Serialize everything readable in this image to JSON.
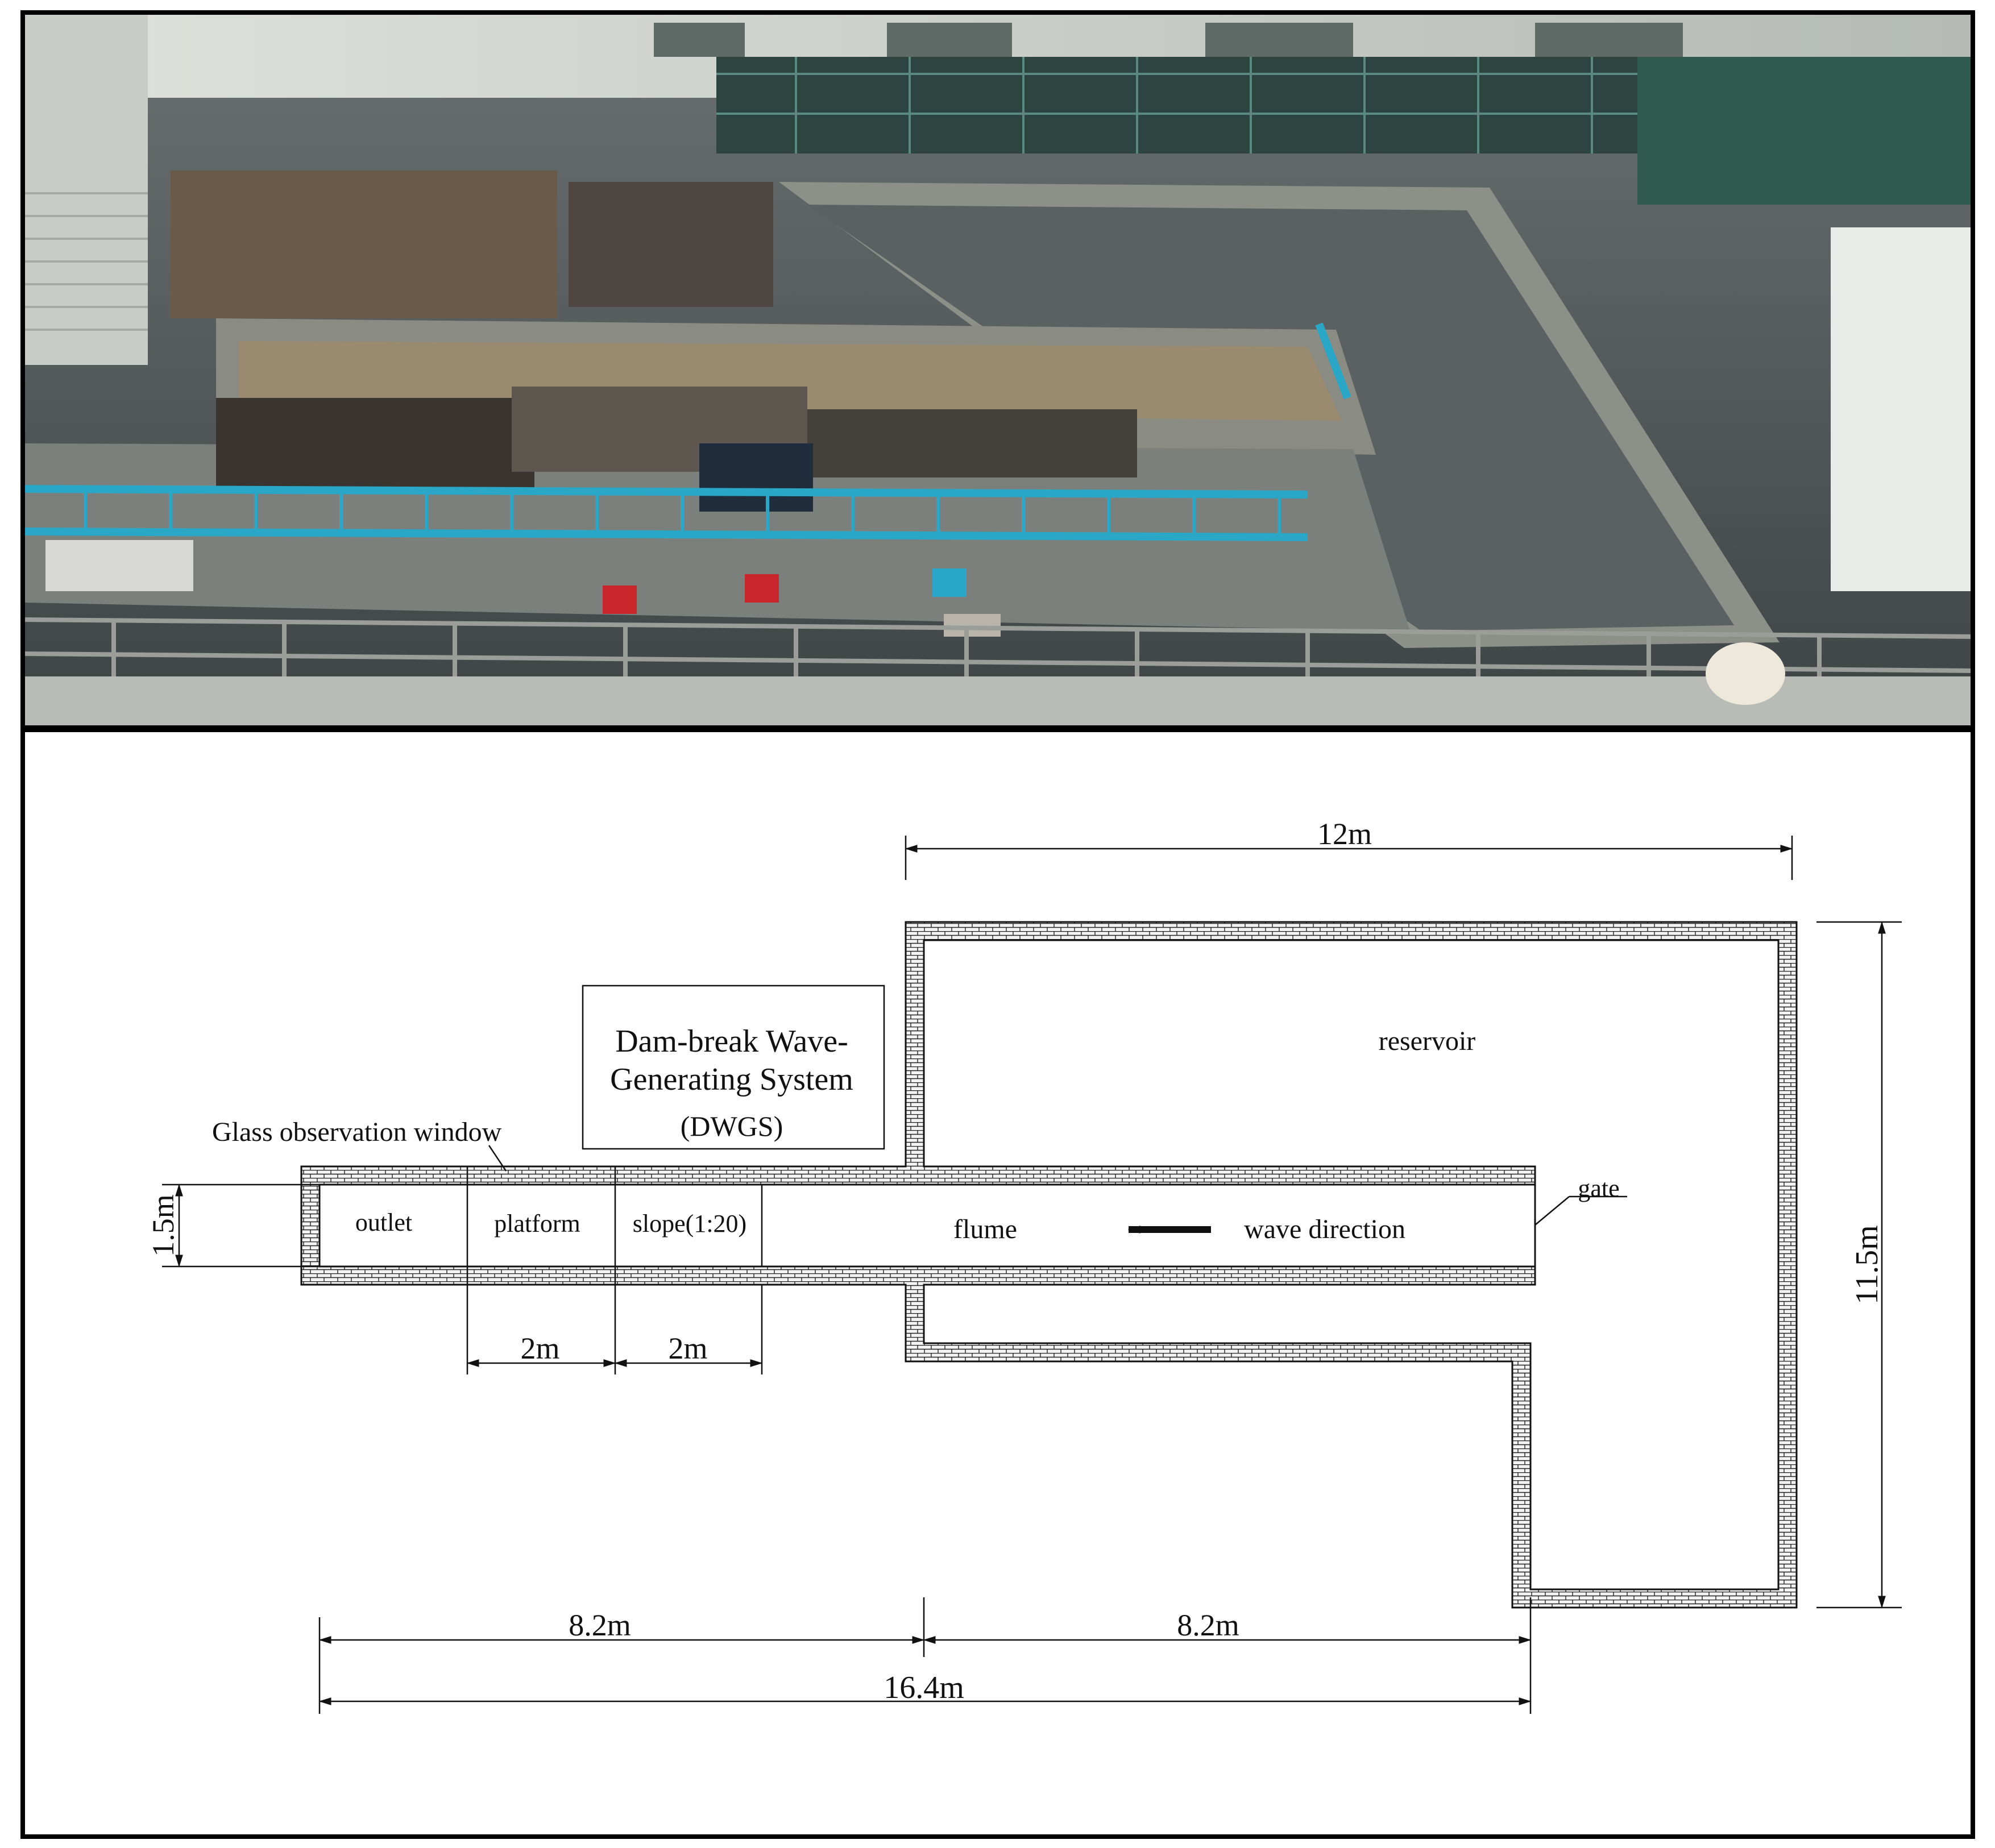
{
  "photo": {
    "description": "overhead-photo",
    "colors": {
      "floor": "#4a5052",
      "basin_floor": "#5b6162",
      "wall": "#8d9089",
      "rail": "#2aa6c6",
      "clutter": "#3a3430",
      "window": "#2d4440",
      "ceiling_area": "#cfd2cc"
    }
  },
  "diagram": {
    "labels": {
      "dwgs_line1": "Dam-break Wave-",
      "dwgs_line2": "Generating System",
      "dwgs_line3": "(DWGS)",
      "glass_window": "Glass observation window",
      "reservoir": "reservoir",
      "outlet": "outlet",
      "platform": "platform",
      "slope": "slope(1:20)",
      "flume": "flume",
      "wave_direction": "wave direction",
      "gate": "gate"
    },
    "dimensions": {
      "reservoir_width": "12m",
      "reservoir_height": "11.5m",
      "flume_width": "1.5m",
      "platform_length": "2m",
      "slope_length": "2m",
      "left_half": "8.2m",
      "right_half": "8.2m",
      "total_length": "16.4m"
    },
    "colors": {
      "line": "#111111",
      "brick_fill": "#f3f3f3"
    }
  }
}
